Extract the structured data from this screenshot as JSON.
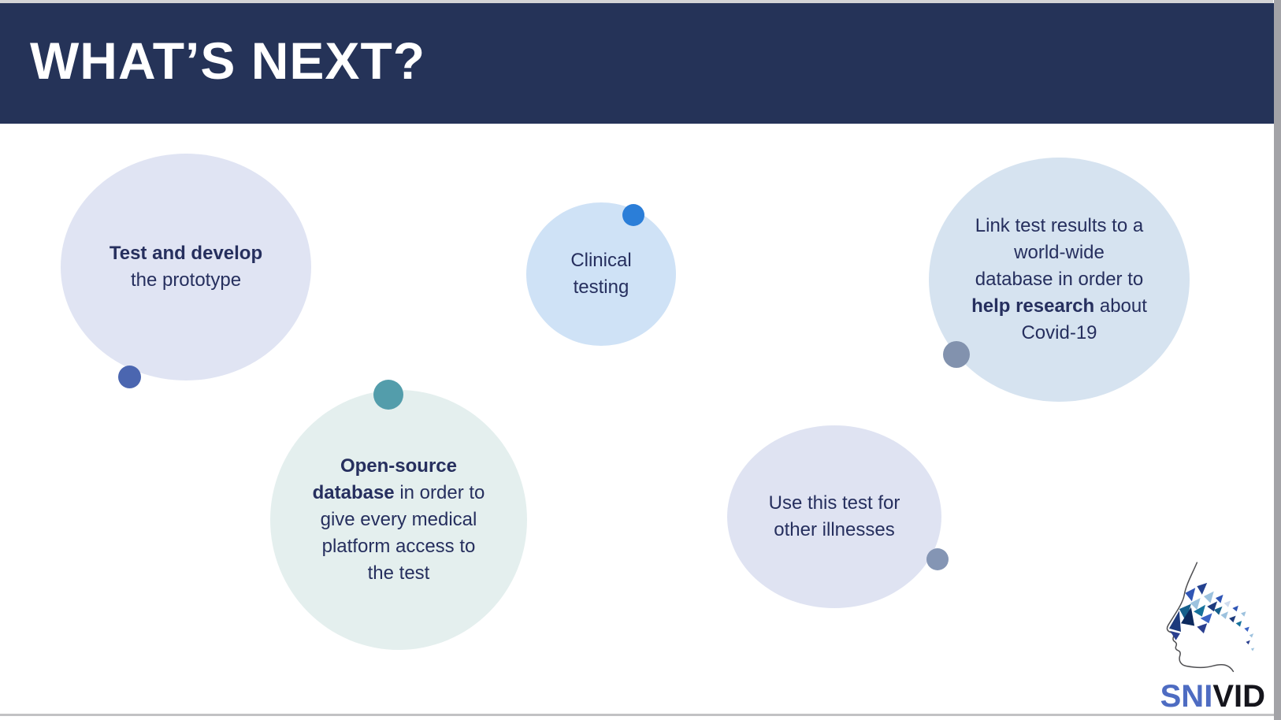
{
  "header": {
    "title": "WHAT’S NEXT?",
    "bg": "#253358",
    "text_color": "#ffffff"
  },
  "body_text_color": "#262f5e",
  "frame": {
    "top_border_color": "#d4d4d6",
    "bottom_border_color": "#c2c2c4",
    "scrollbar_color": "#a3a3a7"
  },
  "circles": [
    {
      "id": "test-develop",
      "bg": "#e0e4f3",
      "lines": [
        [
          {
            "t": "Test and develop",
            "b": true
          }
        ],
        [
          {
            "t": "the prototype",
            "b": false
          }
        ]
      ]
    },
    {
      "id": "clinical-testing",
      "bg": "#cfe2f6",
      "lines": [
        [
          {
            "t": "Clinical",
            "b": false
          }
        ],
        [
          {
            "t": "testing",
            "b": false
          }
        ]
      ]
    },
    {
      "id": "link-results",
      "bg": "#d6e3f0",
      "lines": [
        [
          {
            "t": "Link test results to a",
            "b": false
          }
        ],
        [
          {
            "t": "world-wide",
            "b": false
          }
        ],
        [
          {
            "t": "database in order to",
            "b": false
          }
        ],
        [
          {
            "t": "help research",
            "b": true
          },
          {
            "t": " about",
            "b": false
          }
        ],
        [
          {
            "t": "Covid-19",
            "b": false
          }
        ]
      ]
    },
    {
      "id": "open-source",
      "bg": "#e4efee",
      "lines": [
        [
          {
            "t": "Open-source",
            "b": true
          }
        ],
        [
          {
            "t": "database",
            "b": true
          },
          {
            "t": " in order to",
            "b": false
          }
        ],
        [
          {
            "t": "give every medical",
            "b": false
          }
        ],
        [
          {
            "t": "platform access to",
            "b": false
          }
        ],
        [
          {
            "t": "the test",
            "b": false
          }
        ]
      ]
    },
    {
      "id": "other-illnesses",
      "bg": "#dfe3f2",
      "lines": [
        [
          {
            "t": "Use this test for",
            "b": false
          }
        ],
        [
          {
            "t": "other illnesses",
            "b": false
          }
        ]
      ]
    }
  ],
  "dots": [
    {
      "id": "dot-test-develop",
      "color": "#4b66b0"
    },
    {
      "id": "dot-clinical-testing",
      "color": "#2b7ed8"
    },
    {
      "id": "dot-link-results",
      "color": "#8292ae"
    },
    {
      "id": "dot-open-source",
      "color": "#539dab"
    },
    {
      "id": "dot-other-illnesses",
      "color": "#8495b4"
    }
  ],
  "logo": {
    "name": "SNIVID",
    "text_primary": "SNI",
    "text_secondary": "VID",
    "primary_color": "#4e6cc2",
    "secondary_color": "#15151c"
  }
}
